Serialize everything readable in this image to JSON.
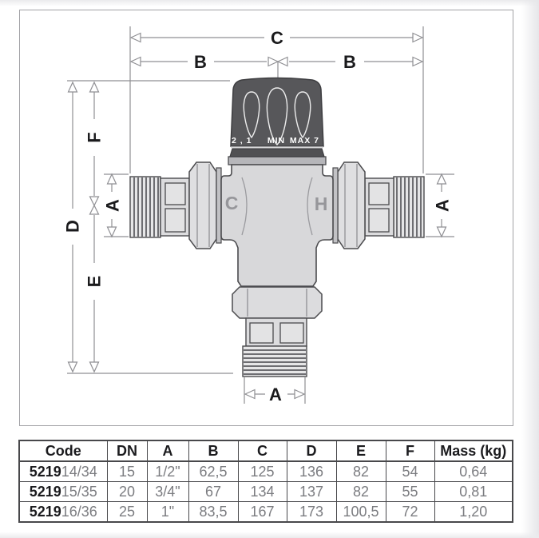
{
  "colors": {
    "drawing_outline": "#4b4b4e",
    "dimension_line": "#8f8f93",
    "body_fill": "#d8d8da",
    "thread_fill": "#e6e6e7",
    "knob_fill": "#57575a",
    "label_text": "#1a1a1c",
    "port_letter": "#96969a",
    "table_border": "#48484b",
    "table_text": "#7b7c80"
  },
  "dims": {
    "c": "C",
    "b_left": "B",
    "b_right": "B",
    "d": "D",
    "f": "F",
    "e": "E",
    "a_left": "A",
    "a_right": "A",
    "a_bottom": "A"
  },
  "valve": {
    "cold_label": "C",
    "hot_label": "H",
    "knob_scale_left": "2 , 1",
    "knob_scale_min": "MIN",
    "knob_scale_max": "MAX 7"
  },
  "table": {
    "headers": [
      "Code",
      "DN",
      "A",
      "B",
      "C",
      "D",
      "E",
      "F",
      "Mass (kg)"
    ],
    "rows": [
      {
        "code_prefix": "5219",
        "code_suffix": "14/34",
        "dn": "15",
        "a": "1/2\"",
        "b": "62,5",
        "c": "125",
        "d": "136",
        "e": "82",
        "f": "54",
        "mass": "0,64"
      },
      {
        "code_prefix": "5219",
        "code_suffix": "15/35",
        "dn": "20",
        "a": "3/4\"",
        "b": "67",
        "c": "134",
        "d": "137",
        "e": "82",
        "f": "55",
        "mass": "0,81"
      },
      {
        "code_prefix": "5219",
        "code_suffix": "16/36",
        "dn": "25",
        "a": "1\"",
        "b": "83,5",
        "c": "167",
        "d": "173",
        "e": "100,5",
        "f": "72",
        "mass": "1,20"
      }
    ]
  }
}
